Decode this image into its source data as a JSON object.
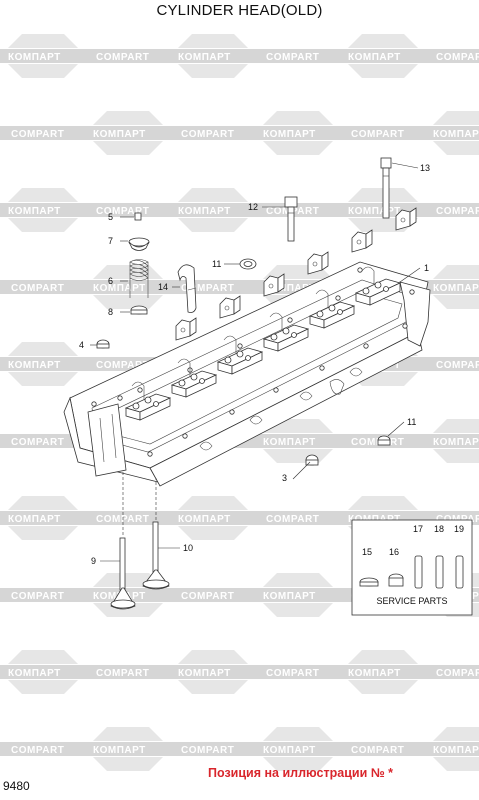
{
  "title": "CYLINDER HEAD(OLD)",
  "page_number": "9480",
  "footer_note": "Позиция на иллюстрации № *",
  "watermark": [
    "КОМПАРТ",
    "COMPART"
  ],
  "service_box_label": "SERVICE PARTS",
  "callouts": {
    "c1": "1",
    "c3": "3",
    "c4": "4",
    "c5": "5",
    "c6": "6",
    "c7": "7",
    "c8": "8",
    "c9": "9",
    "c10": "10",
    "c11a": "11",
    "c11b": "11",
    "c12": "12",
    "c13": "13",
    "c14": "14",
    "c15": "15",
    "c16": "16",
    "c17": "17",
    "c18": "18",
    "c19": "19"
  },
  "colors": {
    "accent_red": "#d9262c",
    "watermark_gray": "#d6d6d6"
  }
}
